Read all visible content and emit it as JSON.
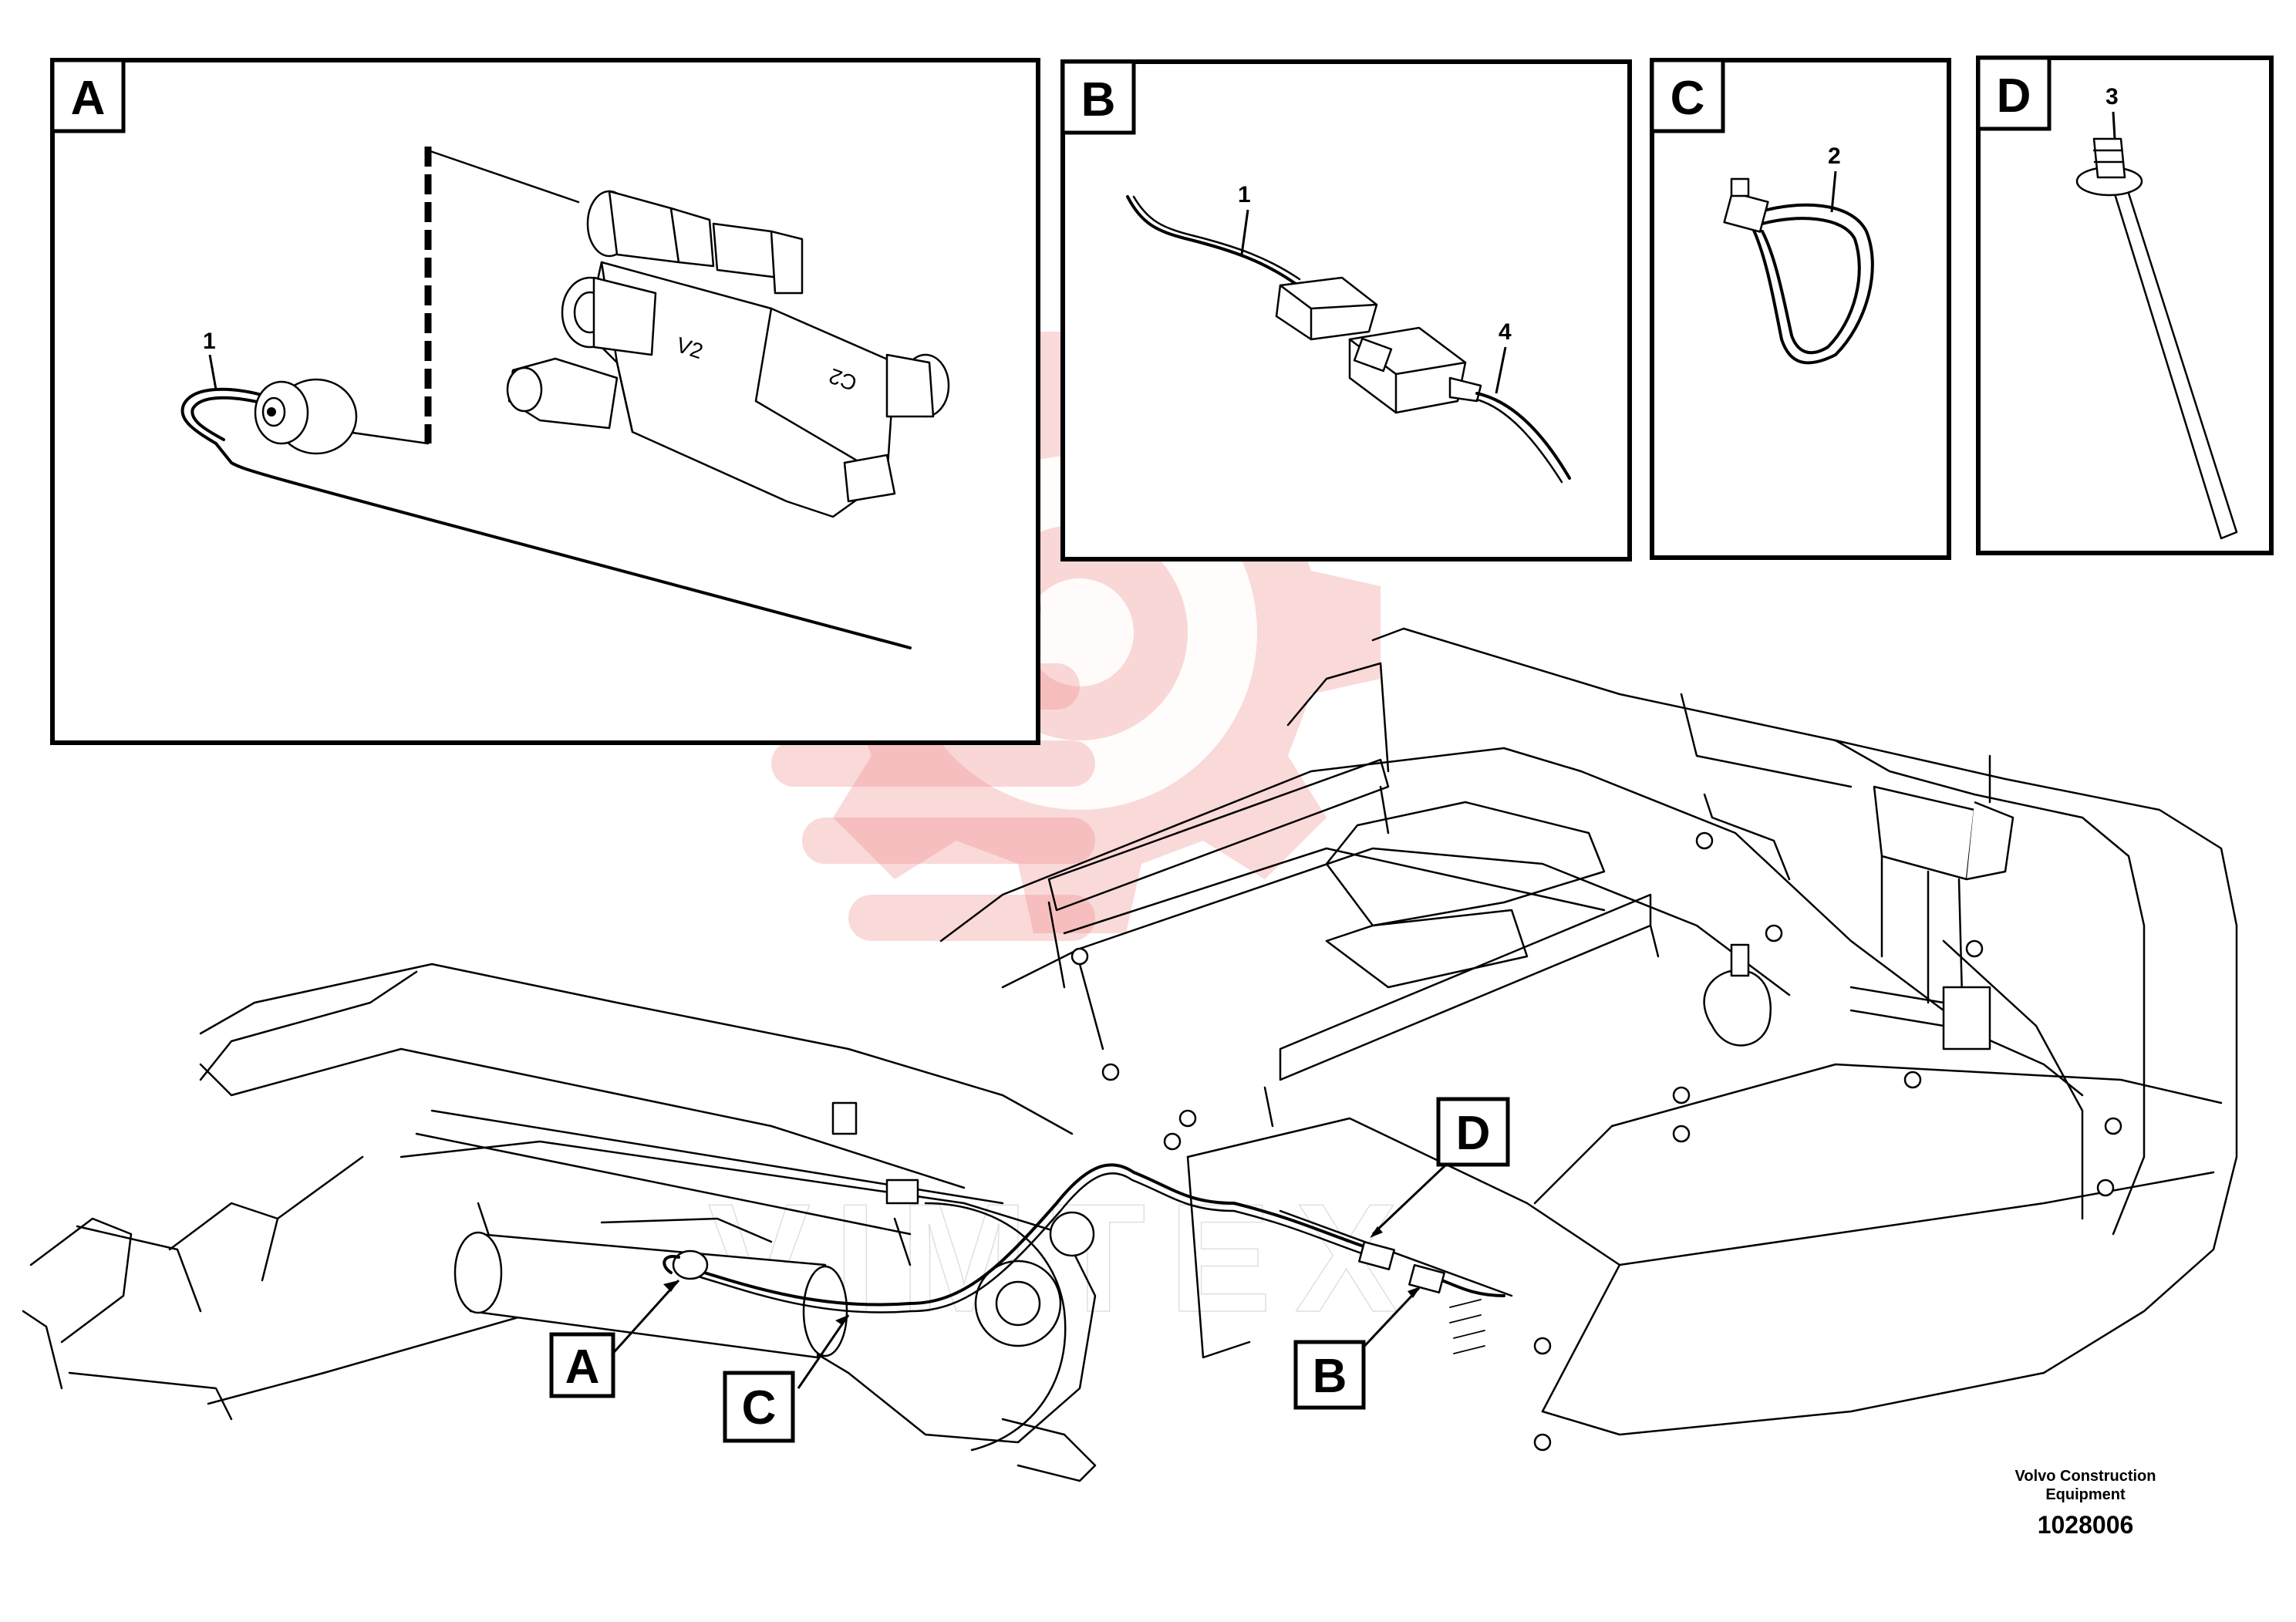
{
  "panels": {
    "a": {
      "letter": "A",
      "part_label": "1"
    },
    "b": {
      "letter": "B",
      "part_labels": [
        "1",
        "4"
      ]
    },
    "c": {
      "letter": "C",
      "part_label": "2"
    },
    "d": {
      "letter": "D",
      "part_label": "3"
    }
  },
  "valve_markings": {
    "v2": "V2",
    "c2": "C2"
  },
  "callouts": {
    "a": "A",
    "b": "B",
    "c": "C",
    "d": "D"
  },
  "caption": {
    "company_line1": "Volvo Construction",
    "company_line2": "Equipment",
    "drawing_number": "1028006"
  },
  "watermark": {
    "text": "VIMTEX",
    "color": "#f08080"
  }
}
